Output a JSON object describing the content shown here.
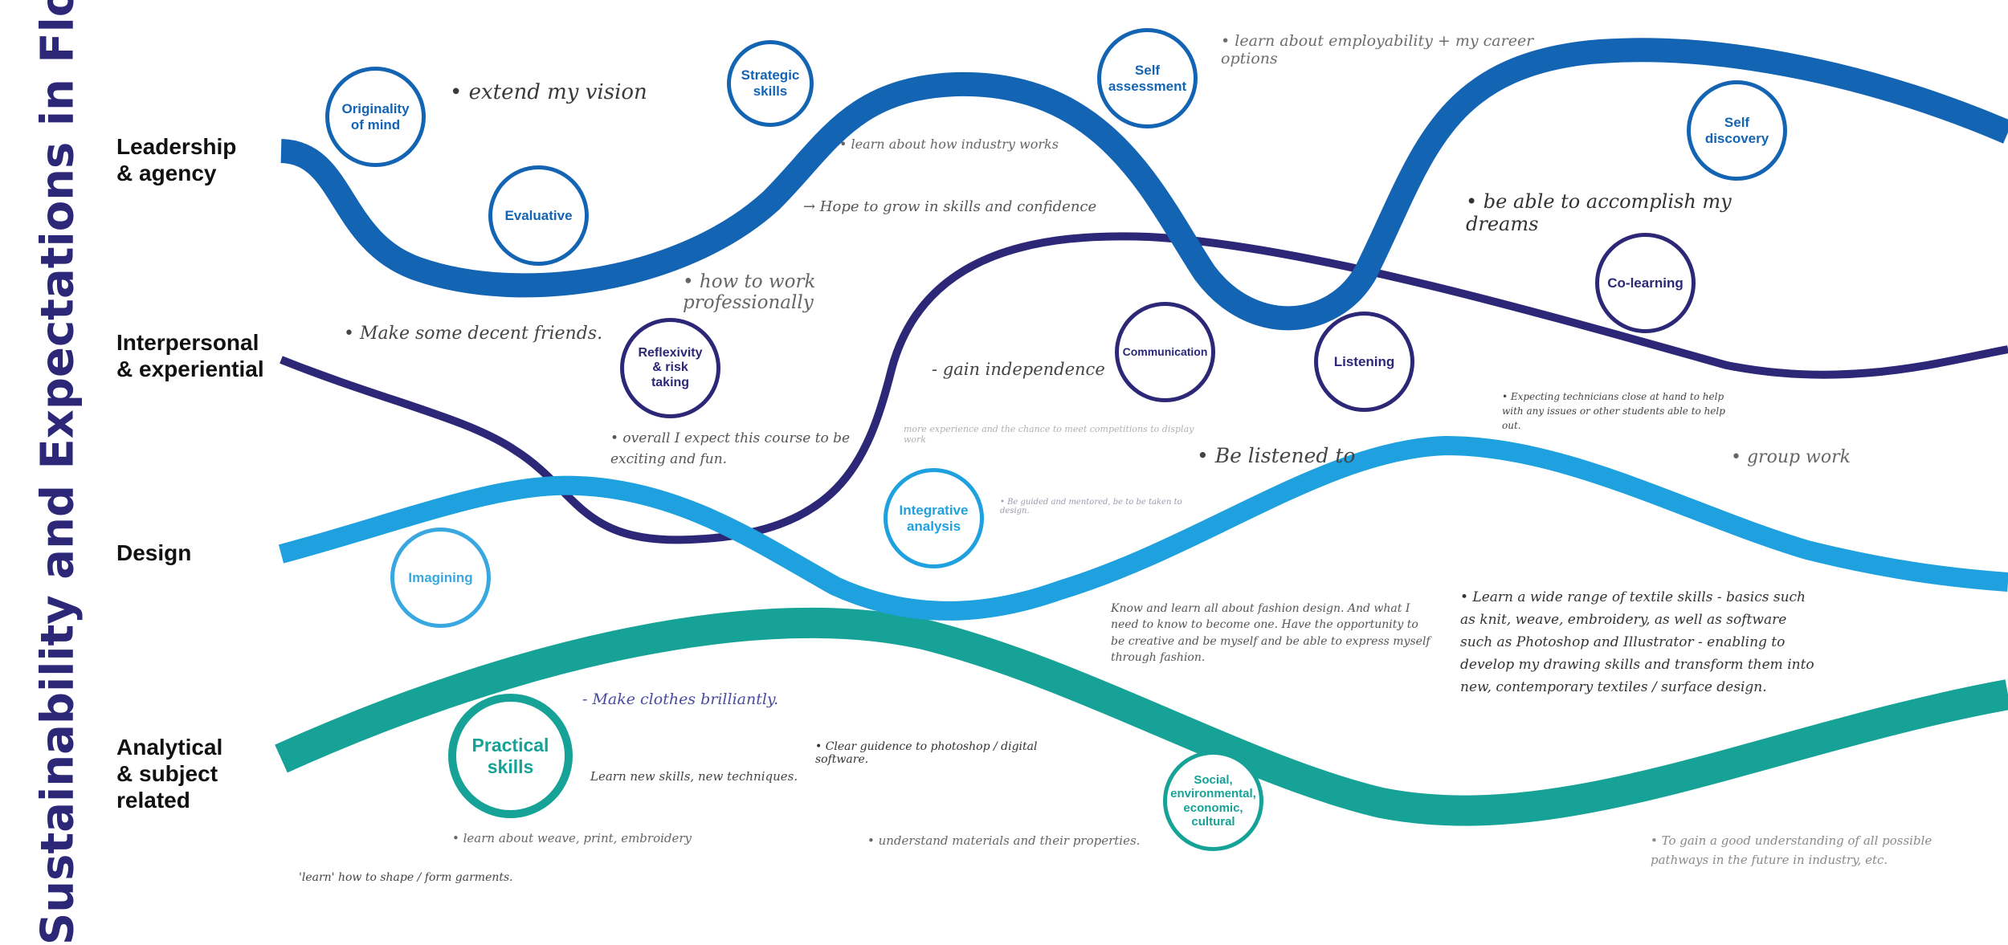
{
  "title": "Sustainability and Expectations in Flow",
  "rows": [
    {
      "label": "Leadership\n& agency"
    },
    {
      "label": "Interpersonal\n& experiential"
    },
    {
      "label": "Design"
    },
    {
      "label": "Analytical\n& subject\nrelated"
    }
  ],
  "colors": {
    "leadership": "#1464b4",
    "interpersonal": "#2c2777",
    "design": "#1ea1de",
    "analytical": "#17a297"
  },
  "circles": [
    {
      "text": "Originality of mind",
      "stream": "leadership"
    },
    {
      "text": "Evaluative",
      "stream": "leadership"
    },
    {
      "text": "Strategic skills",
      "stream": "leadership"
    },
    {
      "text": "Self assessment",
      "stream": "leadership"
    },
    {
      "text": "Self discovery",
      "stream": "leadership"
    },
    {
      "text": "Reflexivity & risk taking",
      "stream": "interpersonal"
    },
    {
      "text": "Communication",
      "stream": "interpersonal"
    },
    {
      "text": "Listening",
      "stream": "interpersonal"
    },
    {
      "text": "Co-learning",
      "stream": "interpersonal"
    },
    {
      "text": "Imagining",
      "stream": "design"
    },
    {
      "text": "Integrative analysis",
      "stream": "design"
    },
    {
      "text": "Practical skills",
      "stream": "analytical"
    },
    {
      "text": "Social, environmental, economic, cultural",
      "stream": "analytical"
    }
  ],
  "notes": [
    "• extend my vision",
    "• learn about employability + my career options",
    "• learn about how industry works",
    "→ Hope to grow in skills and confidence",
    "• be able to accomplish my dreams",
    "• how to work professionally",
    "• Make some decent friends.",
    "- gain independence",
    "• Expecting technicians close at hand to help with any issues or other students able to help out.",
    "• overall I expect this course to be exciting and fun.",
    "more experience and the chance to meet competitions to display work",
    "• Be listened to",
    "• group work",
    "• Be guided and mentored, be to be taken to design.",
    "Know and learn all about fashion design. And what I need to know to become one. Have the opportunity to be creative and be myself and be able to express myself through fashion.",
    "• Learn a wide range of textile skills - basics such as knit, weave, embroidery, as well as software such as Photoshop and Illustrator - enabling to develop my drawing skills and transform them into new, contemporary textiles / surface design.",
    "- Make clothes brilliantly.",
    "• Clear guidence to photoshop / digital software.",
    "Learn new skills, new techniques.",
    "• learn about weave, print, embroidery",
    "• understand materials and their properties.",
    "• To gain a good understanding of all possible pathways in the future in industry, etc.",
    "'learn' how to shape / form garments."
  ]
}
